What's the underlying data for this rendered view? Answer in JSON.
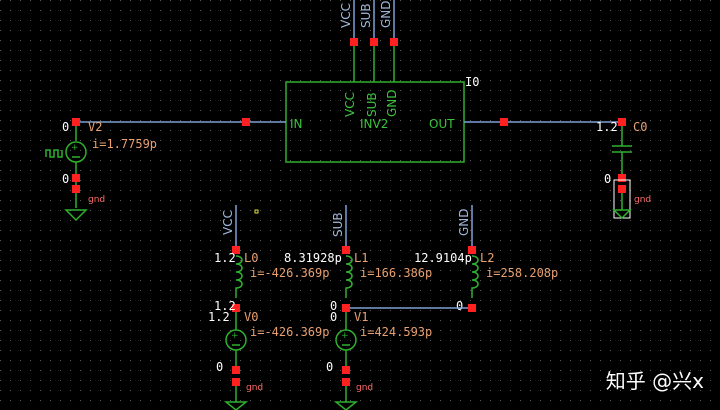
{
  "schematic": {
    "instance": {
      "name": "I0",
      "cell": "INV2",
      "pins": [
        "IN",
        "OUT",
        "VCC",
        "SUB",
        "GND"
      ],
      "top_net_labels": [
        "VCC",
        "SUB",
        "GND"
      ]
    },
    "source_v2": {
      "name": "V2",
      "current": "i=1.7759p",
      "node_top": "0",
      "node_bottom": "0",
      "gnd": "gnd"
    },
    "cap_c0": {
      "name": "C0",
      "node_top": "1.2",
      "node_bottom": "0",
      "gnd": "gnd"
    },
    "inductors": [
      {
        "name": "L0",
        "net": "VCC",
        "node_left": "1.2",
        "current": "i=-426.369p",
        "node_bottom": "1.2"
      },
      {
        "name": "L1",
        "net": "SUB",
        "node_left": "8.31928p",
        "current": "i=166.386p",
        "node_bottom": "0"
      },
      {
        "name": "L2",
        "net": "GND",
        "node_left": "12.9104p",
        "current": "i=258.208p",
        "node_bottom": "0"
      }
    ],
    "sources": [
      {
        "name": "V0",
        "node_top": "1.2",
        "current": "i=-426.369p",
        "node_bottom": "0",
        "gnd": "gnd"
      },
      {
        "name": "V1",
        "node_top": "0",
        "current": "i=424.593p",
        "node_bottom": "0",
        "gnd": "gnd"
      }
    ]
  },
  "watermark": "知乎 @兴x",
  "colors": {
    "background": "#000000",
    "wire": "#7fa0d6",
    "symbol": "#2fb02f",
    "pin": "#ff2020",
    "annotation": "#e8a070"
  }
}
